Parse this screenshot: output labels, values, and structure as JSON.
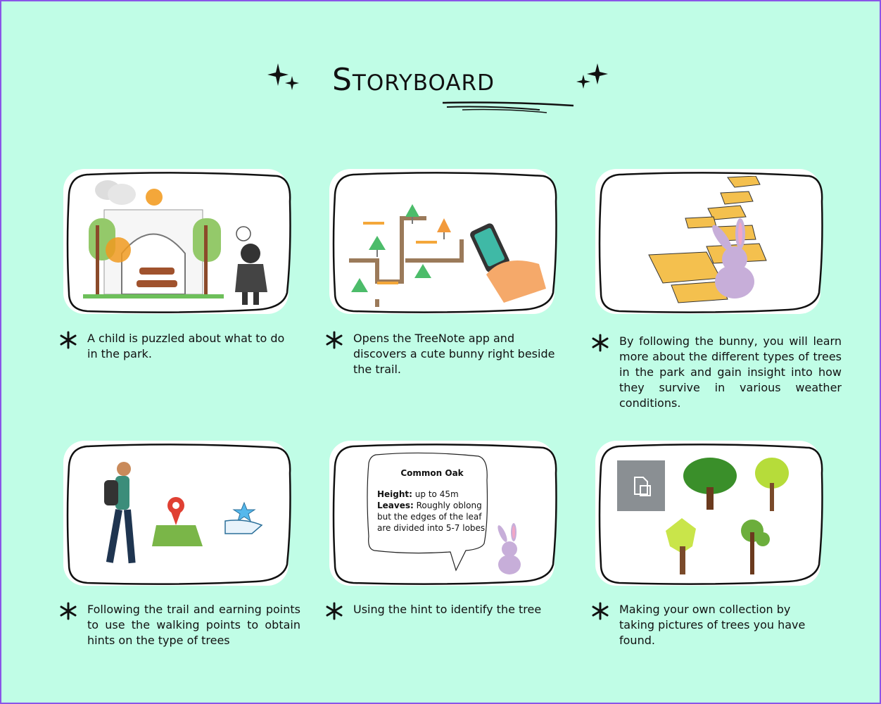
{
  "header": {
    "title": "Storyboard"
  },
  "panels": [
    {
      "caption": "A child is puzzled about what to do in the park."
    },
    {
      "caption": "Opens the TreeNote app and discovers a cute bunny right beside the trail."
    },
    {
      "caption": "By following the bunny, you will learn more about the different types of trees in the park and gain insight into how they survive in various weather conditions."
    },
    {
      "caption": "Following the trail and earning points to use the walking points to obtain hints on the type of trees"
    },
    {
      "caption": "Using the hint to identify the tree",
      "hint": {
        "name": "Common Oak",
        "height_label": "Height:",
        "height_value": "up to 45m",
        "leaves_label": "Leaves:",
        "leaves_value": "Roughly oblong but the edges of the leaf are divided into 5-7 lobes"
      }
    },
    {
      "caption": "Making your own collection by taking pictures of trees you have found."
    }
  ],
  "colors": {
    "background": "#c0fde6",
    "frame": "#8a55e8",
    "accent_orange": "#f4a73a",
    "accent_green": "#3fb978"
  }
}
